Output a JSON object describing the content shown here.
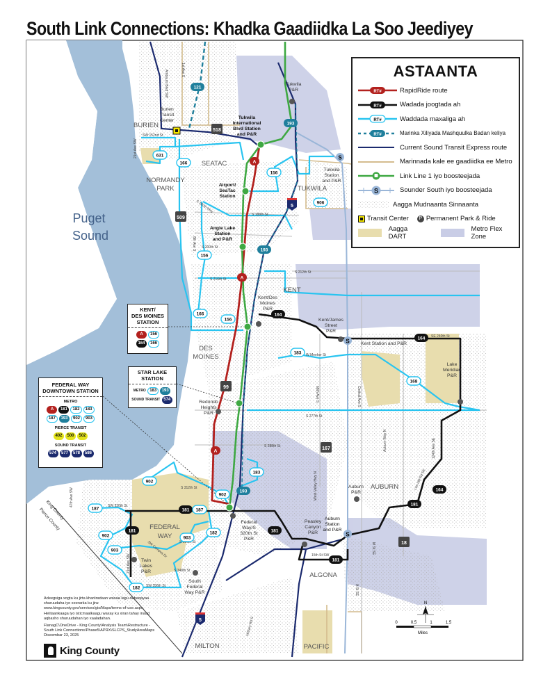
{
  "title": "South Link Connections: Khadka Gaadiidka La Soo Jeediyey",
  "colors": {
    "water": "#a3bfd9",
    "rapidride": "#b3211e",
    "frequent": "#111111",
    "local": "#29c4f0",
    "planned": "#1f7f9c",
    "sound_transit_express": "#1b2a6e",
    "metro_street": "#d4bc8e",
    "link": "#3ea842",
    "sounder": "#9ab6d8",
    "dart": "#e8ddae",
    "flex": "#c9cde6",
    "transit_center": "#f5e600"
  },
  "legend": {
    "title": "ASTAANTA",
    "badge_text": "RT#",
    "items": [
      {
        "symbol": "rapidride-line",
        "label": "RapidRide route"
      },
      {
        "symbol": "frequent-line",
        "label": "Wadada joogtada ah"
      },
      {
        "symbol": "local-line",
        "label": "Waddada maxaliga ah"
      },
      {
        "symbol": "planned-dashed-line",
        "label": "Marinka Xiliyada Mashquulka Badan keliya"
      },
      {
        "symbol": "sound-transit-line",
        "label": "Current Sound Transit Express route"
      },
      {
        "symbol": "metro-street-line",
        "label": "Marinnada kale ee gaadiidka ee Metro"
      },
      {
        "symbol": "link-line",
        "label": "Link Line 1 iyo boosteejada"
      },
      {
        "symbol": "sounder-line",
        "label": "Sounder South iyo boosteejada"
      },
      {
        "symbol": "dense-area",
        "label": "Aagga Mudnaanta Sinnaanta"
      }
    ],
    "sounder_letter": "S",
    "transit_center": "Transit Center",
    "park_ride": "Permanent Park & Ride",
    "park_ride_letter": "P",
    "dart": "Aagga DART",
    "flex": "Metro Flex Zone"
  },
  "places": {
    "burien": "BURIEN",
    "normandy": "NORMANDY",
    "park": "PARK",
    "seatac": "SEATAC",
    "tukwila": "TUKWILA",
    "kent": "KENT",
    "des": "DES",
    "moines": "MOINES",
    "federal": "FEDERAL",
    "way": "WAY",
    "auburn": "AUBURN",
    "algona": "ALGONA",
    "pacific": "PACIFIC",
    "milton": "MILTON",
    "puget": "Puget",
    "sound": "Sound",
    "king_county": "King County",
    "pierce_county": "Pierce County"
  },
  "stations": {
    "burien_tc": [
      "Burien",
      "Transit",
      "Center"
    ],
    "tukwila_intl": [
      "Tukwila",
      "International",
      "Blvd Station",
      "and P&R"
    ],
    "airport": [
      "Airport/",
      "SeaTac",
      "Station"
    ],
    "angle_lake": [
      "Angle Lake",
      "Station",
      "and P&R"
    ],
    "tukwila_pr": [
      "Tukwila",
      "P&R"
    ],
    "tukwila_station": [
      "Tukwila",
      "Station",
      "and P&R"
    ],
    "kent_dm": [
      "Kent/Des",
      "Moines",
      "P&R"
    ],
    "kent_james": [
      "Kent/James",
      "Street",
      "P&R"
    ],
    "kent_station": "Kent Station and P&R",
    "lake_meridian": [
      "Lake",
      "Meridian",
      "P&R"
    ],
    "redondo": [
      "Redondo",
      "Heights",
      "P&R"
    ],
    "fw_320": [
      "Federal",
      "Way/S",
      "320th St",
      "P&R"
    ],
    "peasley": [
      "Peasley",
      "Canyon",
      "P&R"
    ],
    "auburn_station": [
      "Auburn",
      "Station",
      "and P&R"
    ],
    "auburn_pr": [
      "Auburn",
      "P&R"
    ],
    "twin_lakes": [
      "Twin",
      "Lakes",
      "P&R"
    ],
    "south_fw": [
      "South",
      "Federal",
      "Way P&R"
    ]
  },
  "streets": {
    "sw152": "SW 152nd St",
    "ave21_n": "21st Ave SW",
    "ambaum": "Ambaum Blvd SW",
    "ave1": "1st Ave S",
    "s180": "S 180th Way",
    "s188": "S 188th St",
    "ave8": "8th Ave S",
    "s200": "S 200th St",
    "s216": "S 216th St",
    "s212": "S 212th St",
    "se240": "SE 240th St",
    "meeker": "W Meeker St",
    "s277": "S 277th St",
    "s288": "S 288th St",
    "ave68": "68th Ave S",
    "central": "Central Ave S",
    "auburn_way": "Auburn Way N",
    "ave124": "124th Ave SE",
    "s312": "S 312th St",
    "sw320": "SW 320th St",
    "ave47": "47th Ave SW",
    "campus": "SW Campus Dr",
    "s336": "S 336th St",
    "sw348": "S 348th St",
    "sw356": "SW 356th St",
    "ave21_s": "21st Ave SW",
    "west_valley": "West Valley Hwy N",
    "st15": "15th St SW",
    "a_st": "A St SE",
    "m_st": "M St SE",
    "military": "Military Rd S",
    "lea_hill": "Lea Hill Rd SE"
  },
  "highways": {
    "sr509": "509",
    "sr518": "518",
    "sr99": "99",
    "i5_north": "5",
    "i5_south": "5",
    "sr167": "167",
    "sr18": "18"
  },
  "route_badges": [
    {
      "route": "121",
      "type": "planned"
    },
    {
      "route": "631",
      "type": "local"
    },
    {
      "route": "166",
      "type": "local"
    },
    {
      "route": "156",
      "type": "local"
    },
    {
      "route": "906",
      "type": "local"
    },
    {
      "route": "193",
      "type": "planned"
    },
    {
      "route": "193",
      "type": "planned"
    },
    {
      "route": "193",
      "type": "planned"
    },
    {
      "route": "A",
      "type": "rapidride"
    },
    {
      "route": "A",
      "type": "rapidride"
    },
    {
      "route": "A",
      "type": "rapidride"
    },
    {
      "route": "156",
      "type": "local"
    },
    {
      "route": "156",
      "type": "local"
    },
    {
      "route": "166",
      "type": "local"
    },
    {
      "route": "164",
      "type": "frequent"
    },
    {
      "route": "164",
      "type": "frequent"
    },
    {
      "route": "164",
      "type": "frequent"
    },
    {
      "route": "183",
      "type": "local"
    },
    {
      "route": "183",
      "type": "local"
    },
    {
      "route": "168",
      "type": "local"
    },
    {
      "route": "902",
      "type": "local"
    },
    {
      "route": "902",
      "type": "local"
    },
    {
      "route": "902",
      "type": "local"
    },
    {
      "route": "181",
      "type": "frequent"
    },
    {
      "route": "181",
      "type": "frequent"
    },
    {
      "route": "181",
      "type": "frequent"
    },
    {
      "route": "181",
      "type": "frequent"
    },
    {
      "route": "181",
      "type": "frequent"
    },
    {
      "route": "187",
      "type": "local"
    },
    {
      "route": "187",
      "type": "local"
    },
    {
      "route": "182",
      "type": "local"
    },
    {
      "route": "182",
      "type": "local"
    },
    {
      "route": "903",
      "type": "local"
    },
    {
      "route": "903",
      "type": "local"
    }
  ],
  "callouts": {
    "kent_dm": {
      "title": [
        "KENT/",
        "DES MOINES",
        "STATION"
      ],
      "routes": [
        {
          "route": "A",
          "type": "rapidride"
        },
        {
          "route": "156",
          "type": "local"
        },
        {
          "route": "164",
          "type": "frequent"
        },
        {
          "route": "166",
          "type": "local"
        }
      ]
    },
    "star_lake": {
      "title": [
        "STAR LAKE",
        "STATION"
      ],
      "metro_label": "METRO",
      "metro": [
        {
          "route": "183",
          "type": "local"
        },
        {
          "route": "193",
          "type": "planned"
        }
      ],
      "st_label": "SOUND TRANSIT",
      "st": [
        {
          "route": "574",
          "type": "st"
        }
      ]
    },
    "federal_way": {
      "title": [
        "FEDERAL WAY",
        "DOWNTOWN STATION"
      ],
      "metro_label": "METRO",
      "metro": [
        {
          "route": "A",
          "type": "rapidride"
        },
        {
          "route": "181",
          "type": "frequent"
        },
        {
          "route": "182",
          "type": "local"
        },
        {
          "route": "183",
          "type": "local"
        },
        {
          "route": "187",
          "type": "local"
        },
        {
          "route": "193",
          "type": "planned"
        },
        {
          "route": "902",
          "type": "local"
        },
        {
          "route": "903",
          "type": "local"
        }
      ],
      "pierce_label": "PIERCE TRANSIT",
      "pierce": [
        {
          "route": "402",
          "type": "pierce"
        },
        {
          "route": "500",
          "type": "pierce"
        },
        {
          "route": "502",
          "type": "pierce"
        }
      ],
      "st_label": "SOUND TRANSIT",
      "st": [
        {
          "route": "574",
          "type": "st"
        },
        {
          "route": "577",
          "type": "st"
        },
        {
          "route": "578",
          "type": "st"
        },
        {
          "route": "586",
          "type": "st"
        }
      ]
    }
  },
  "footnote": {
    "terms": "Adeegsiga xogta ku jirta khariiradaan waxaa lagu dabaqayaa shuruudaha iyo xeerarka ku jira: www.kingcounty.gov/services/gis/Maps/terms-of-use.aspx. Helitaankaaga iyo isticmaalkaagu waxay ku xiran tahay inaad aqbasho shuruudahan iyo xaaladahan.",
    "path": "FlanagC\\OneDrive - King County\\Analysis Team\\Restructure - South Link Connections\\Phase5\\APRX\\SLCPS_StudyAreaMaps",
    "date": "Diseembar 23, 2025"
  },
  "logo": "King County",
  "scale": {
    "north": "N",
    "ticks": [
      "0",
      "0.5",
      "1",
      "1.5"
    ],
    "unit": "Miles"
  }
}
